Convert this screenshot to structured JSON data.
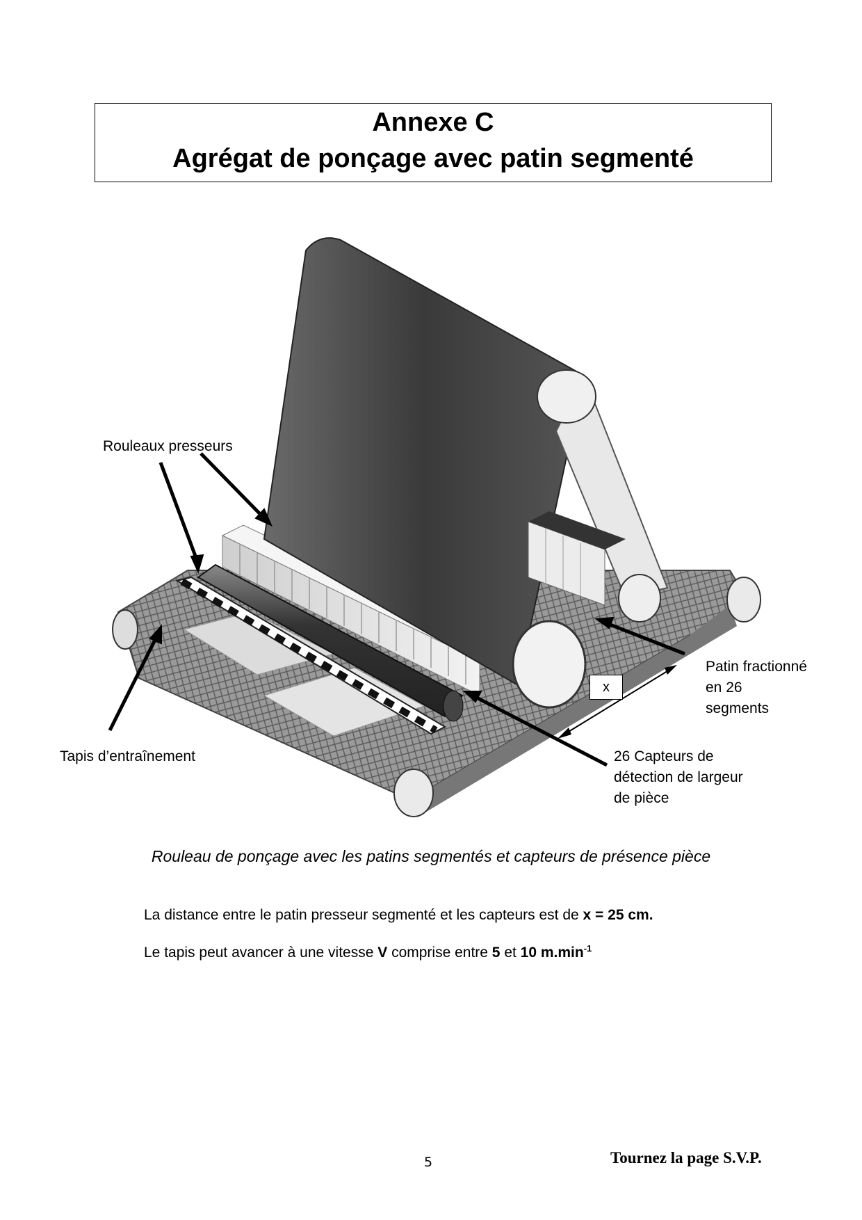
{
  "header": {
    "line1": "Annexe C",
    "line2": "Agrégat de ponçage avec patin segmenté"
  },
  "figure": {
    "labels": {
      "rouleaux": "Rouleaux presseurs",
      "tapis": "Tapis d’entraînement",
      "patin_1": "Patin fractionné",
      "patin_2": "en 26",
      "patin_3": "segments",
      "capteurs_1": "26 Capteurs de",
      "capteurs_2": "détection de largeur",
      "capteurs_3": "de pièce",
      "x": "x"
    }
  },
  "caption": "Rouleau de ponçage avec les patins segmentés et capteurs de présence pièce",
  "para1": {
    "text": "La distance entre le patin presseur segmenté et les capteurs est de ",
    "bold": "x = 25 cm."
  },
  "para2": {
    "t1": "Le tapis peut avancer à une vitesse ",
    "b1": "V",
    "t2": " comprise entre ",
    "b2": "5",
    "t3": " et ",
    "b3": "10 m.min",
    "sup": "-1"
  },
  "footer": {
    "page_number": "5",
    "turn": "Tournez la page S.V.P."
  }
}
